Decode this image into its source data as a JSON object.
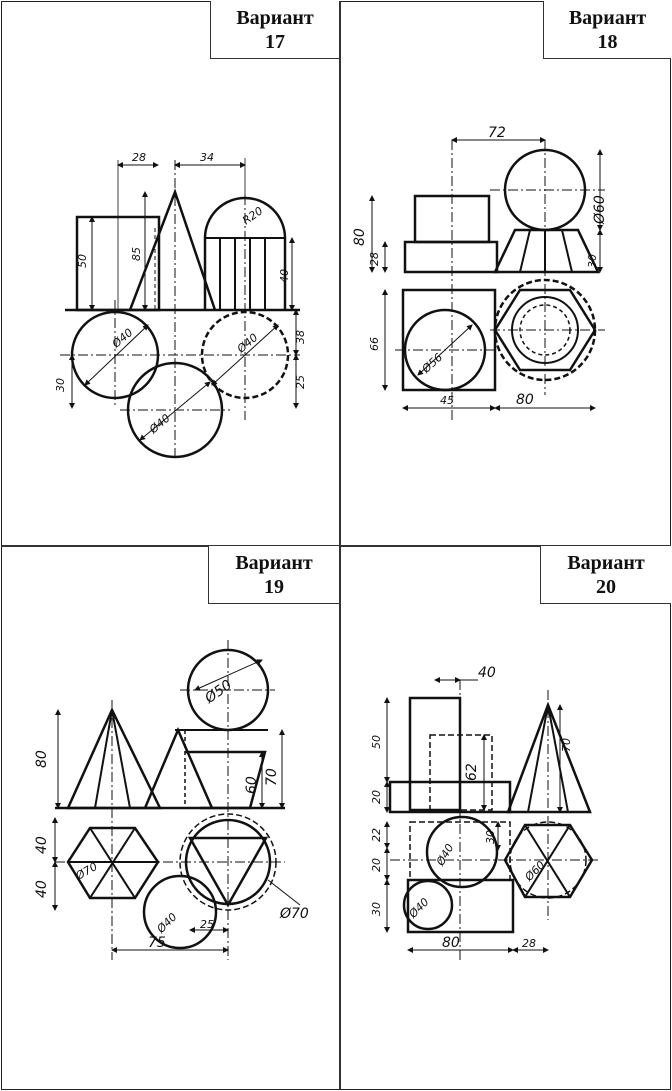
{
  "variants": [
    {
      "label": "Вариант",
      "number": "17",
      "dims": {
        "d1": "28",
        "d2": "34",
        "d3": "50",
        "d4": "85",
        "d5": "R20",
        "d6": "40",
        "d7": "Ø40",
        "d8": "Ø40",
        "d9": "30",
        "d10": "Ø40",
        "d11": "38",
        "d12": "25"
      }
    },
    {
      "label": "Вариант",
      "number": "18",
      "dims": {
        "d1": "72",
        "d2": "80",
        "d3": "28",
        "d4": "Ø60",
        "d5": "30",
        "d6": "66",
        "d7": "Ø56",
        "d8": "45",
        "d9": "80"
      }
    },
    {
      "label": "Вариант",
      "number": "19",
      "dims": {
        "d1": "80",
        "d2": "Ø50",
        "d3": "60",
        "d4": "70",
        "d5": "40",
        "d6": "40",
        "d7": "Ø70",
        "d8": "Ø40",
        "d9": "25",
        "d10": "75",
        "d11": "Ø70"
      }
    },
    {
      "label": "Вариант",
      "number": "20",
      "dims": {
        "d1": "40",
        "d2": "50",
        "d3": "62",
        "d4": "70",
        "d5": "20",
        "d6": "22",
        "d7": "30",
        "d8": "Ø40",
        "d9": "Ø60",
        "d10": "20",
        "d11": "30",
        "d12": "Ø40",
        "d13": "80",
        "d14": "28"
      }
    }
  ]
}
